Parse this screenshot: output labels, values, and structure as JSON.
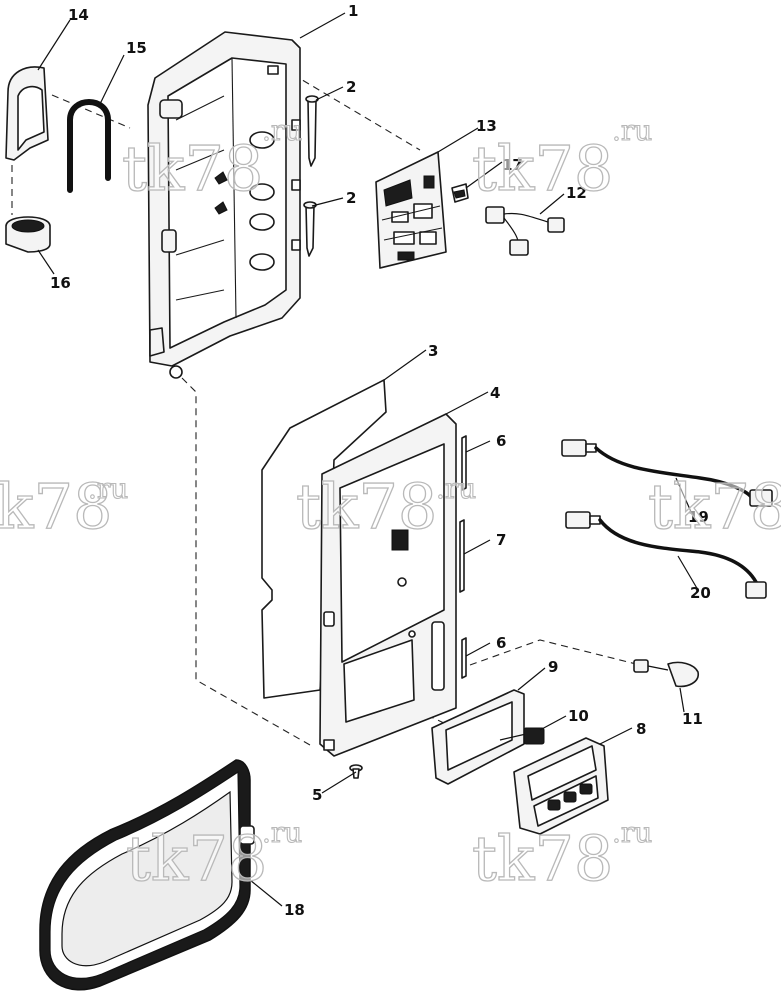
{
  "callouts": [
    "1",
    "2",
    "2",
    "3",
    "4",
    "5",
    "6",
    "6",
    "7",
    "8",
    "9",
    "10",
    "11",
    "12",
    "13",
    "14",
    "15",
    "16",
    "17",
    "18",
    "19",
    "20"
  ],
  "watermarks": [
    {
      "main": "tk78",
      "sub": ".ru"
    },
    {
      "main": "tk78",
      "sub": ".ru"
    },
    {
      "main": "k78",
      "sub": ".ru"
    },
    {
      "main": "tk78",
      "sub": ".ru"
    },
    {
      "main": "tk78",
      "sub": ""
    },
    {
      "main": "tk78",
      "sub": ".ru"
    },
    {
      "main": "tk78",
      "sub": ".ru"
    }
  ]
}
